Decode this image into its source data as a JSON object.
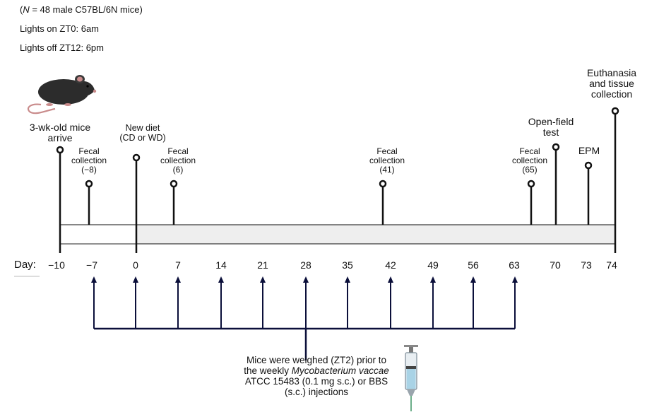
{
  "header": {
    "line1_open": "(",
    "line1_n": "N",
    "line1_rest": " = 48 male C57BL/6N mice)",
    "line2": "Lights on ZT0: 6am",
    "line3": "Lights off ZT12: 6pm"
  },
  "events": {
    "arrive": [
      "3-wk-old mice",
      "arrive"
    ],
    "fecal_m8": [
      "Fecal",
      "collection",
      "(−8)"
    ],
    "new_diet": [
      "New diet",
      "(CD or WD)"
    ],
    "fecal_6": [
      "Fecal",
      "collection",
      "(6)"
    ],
    "fecal_41": [
      "Fecal",
      "collection",
      "(41)"
    ],
    "fecal_65": [
      "Fecal",
      "collection",
      "(65)"
    ],
    "open_field": [
      "Open-field",
      "test"
    ],
    "epm": [
      "EPM"
    ],
    "euthanasia": [
      "Euthanasia",
      "and tissue",
      "collection"
    ]
  },
  "axis": {
    "label": "Day:",
    "ticks": [
      "−10",
      "−7",
      "0",
      "7",
      "14",
      "21",
      "28",
      "35",
      "42",
      "49",
      "56",
      "63",
      "70",
      "73",
      "74"
    ]
  },
  "caption": {
    "line1": "Mice were weighed (ZT2) prior to",
    "line2_a": "the weekly ",
    "line2_b": "Mycobacterium vaccae",
    "line3": "ATCC 15483 (0.1 mg s.c.) or BBS",
    "line4": "(s.c.) injections"
  },
  "icons": [
    "mouse-icon",
    "syringe-icon"
  ],
  "colors": {
    "arrow": "#0b0f3a",
    "bar_fill": "#eeeeee",
    "bar_stroke": "#333333"
  }
}
